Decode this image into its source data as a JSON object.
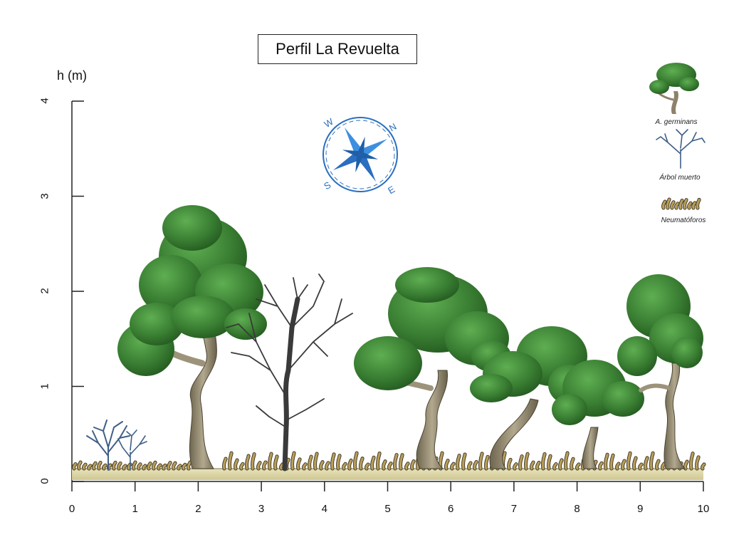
{
  "title": "Perfil La Revuelta",
  "axis": {
    "ylabel": "h (m)",
    "y_ticks": [
      "0",
      "1",
      "2",
      "3",
      "4"
    ],
    "x_ticks": [
      "0",
      "1",
      "2",
      "3",
      "4",
      "5",
      "6",
      "7",
      "8",
      "9",
      "10"
    ]
  },
  "compass": {
    "labels": [
      "W",
      "N",
      "S",
      "E"
    ]
  },
  "legend": {
    "items": [
      {
        "label": "A. germinans",
        "icon": "mangrove-tree-icon"
      },
      {
        "label": "Árbol muerto",
        "icon": "dead-tree-icon"
      },
      {
        "label": "Neumatóforos",
        "icon": "pneumatophores-icon"
      }
    ]
  },
  "colors": {
    "foliage_dark": "#2f6b2a",
    "foliage_light": "#4f9a45",
    "trunk": "#8d8268",
    "dead_tree": "#4a4a4a",
    "small_dead_tree": "#3f5f86",
    "pneumatophore": "#b89e5a",
    "ground": "#dcd6a6",
    "compass_blue": "#2a6fc0"
  },
  "profile": {
    "trees": [
      {
        "type": "A. germinans",
        "x_m": 2.2,
        "height_m": 2.8
      },
      {
        "type": "Árbol muerto",
        "x_m": 3.5,
        "height_m": 2.1
      },
      {
        "type": "A. germinans",
        "x_m": 5.8,
        "height_m": 2.1
      },
      {
        "type": "A. germinans",
        "x_m": 7.0,
        "height_m": 1.5
      },
      {
        "type": "A. germinans",
        "x_m": 8.3,
        "height_m": 1.2
      },
      {
        "type": "A. germinans",
        "x_m": 9.4,
        "height_m": 2.1
      },
      {
        "type": "small-dead",
        "x_m": 0.6,
        "height_m": 0.5
      },
      {
        "type": "small-dead",
        "x_m": 0.9,
        "height_m": 0.35
      }
    ]
  }
}
